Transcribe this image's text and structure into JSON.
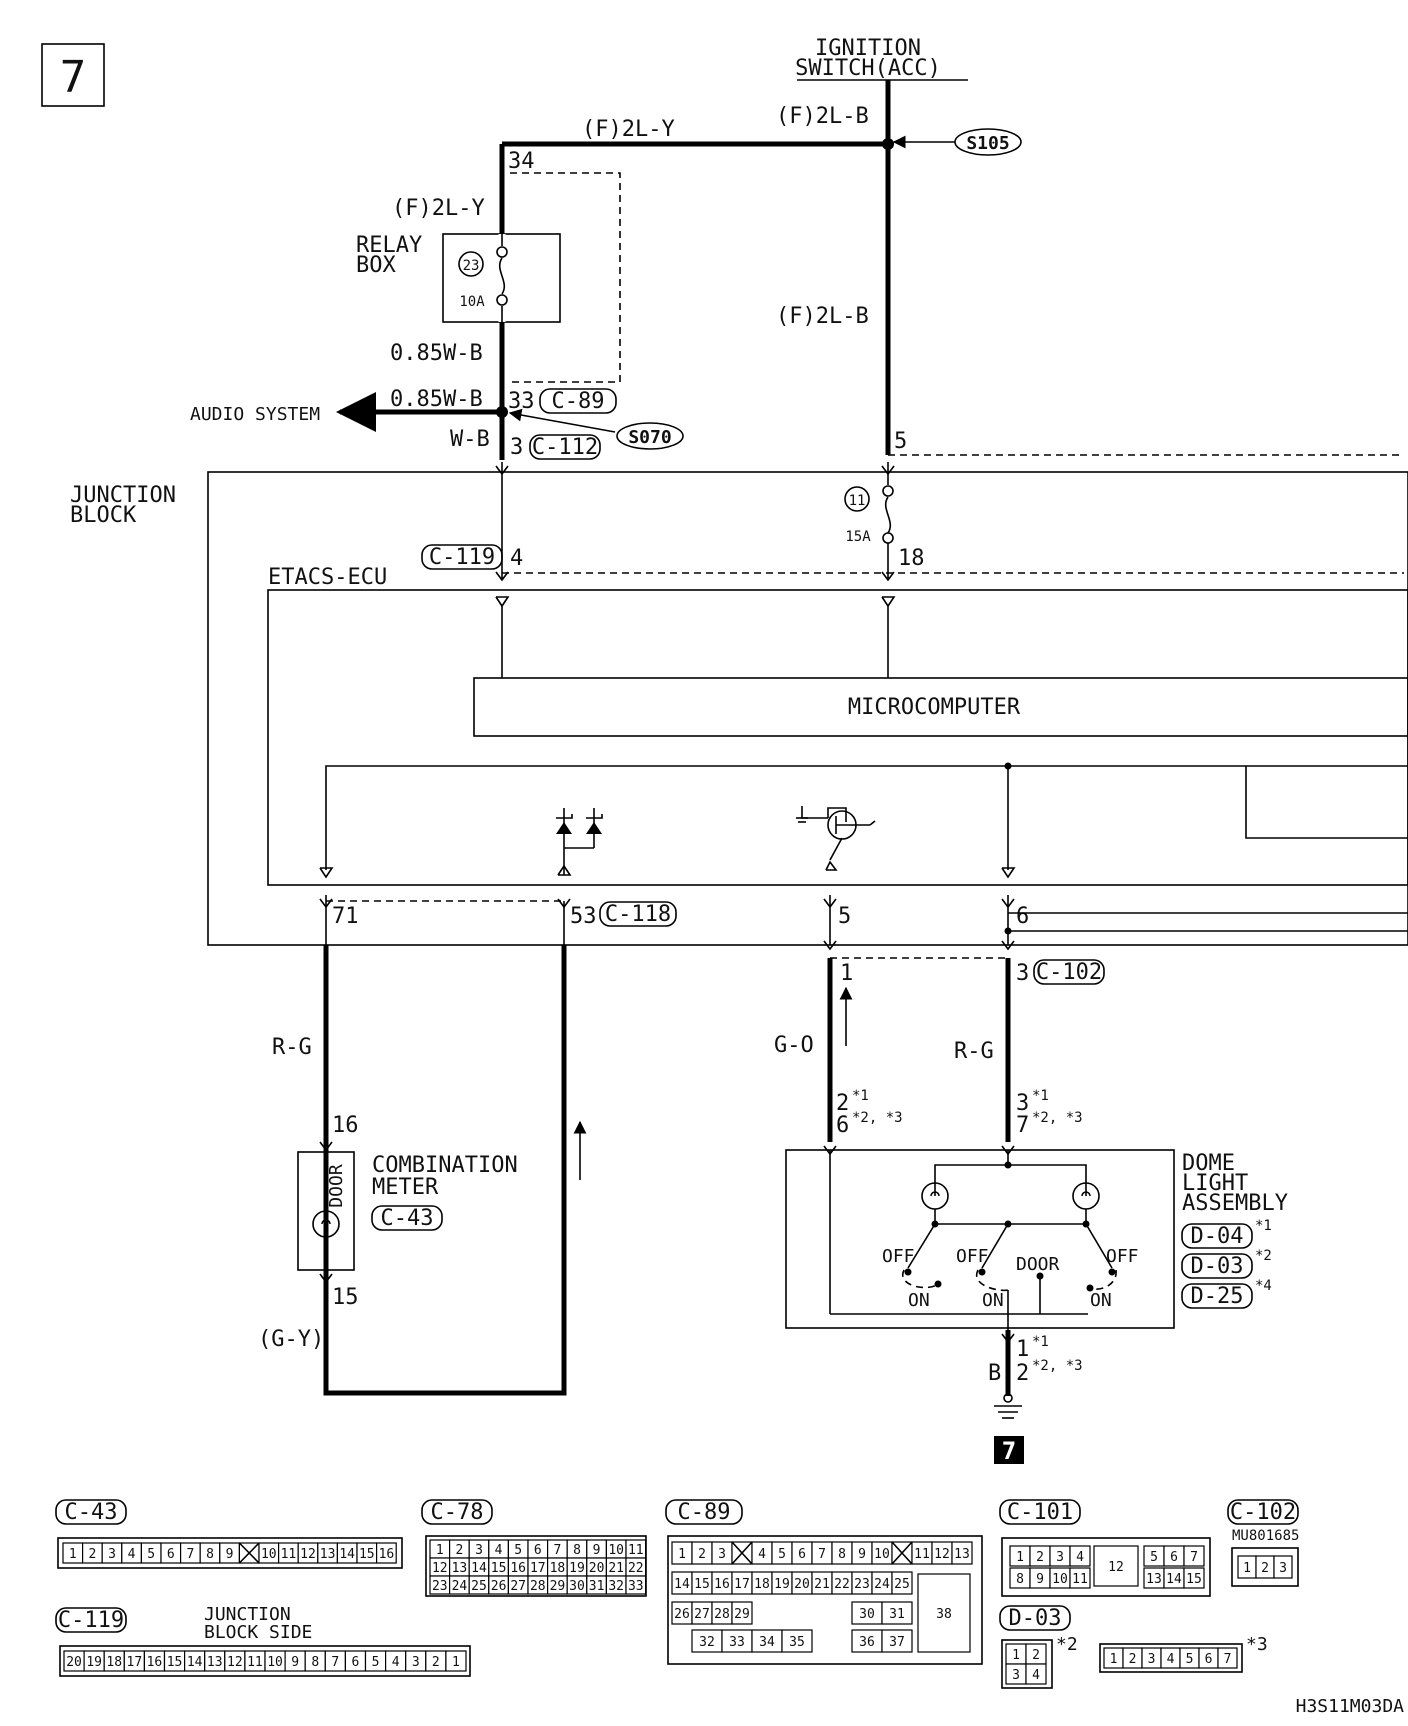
{
  "page_number": "7",
  "continue_marker": "7",
  "drawing_code": "H3S11M03DA",
  "ignition": {
    "line1": "IGNITION",
    "line2": "SWITCH(ACC)"
  },
  "wires": {
    "top_left": "(F)2L-Y",
    "top_right": "(F)2L-B",
    "relay_in": "(F)2L-Y",
    "right_vertical": "(F)2L-B",
    "relay_out": "0.85W-B",
    "splice_in": "0.85W-B",
    "junction_in": "W-B",
    "meter_wire": "R-G",
    "meter_out": "(G-Y)",
    "dome_left": "G-O",
    "dome_right": "R-G",
    "ground": "B"
  },
  "splices": {
    "s105": "S105",
    "s070": "S070"
  },
  "relay_box": {
    "line1": "RELAY",
    "line2": "BOX",
    "fuse_no": "23",
    "amp": "10A"
  },
  "junction_block": {
    "line1": "JUNCTION",
    "line2": "BLOCK",
    "fuse_no": "11",
    "amp": "15A"
  },
  "audio": "AUDIO SYSTEM",
  "etacs": "ETACS-ECU",
  "micro": "MICROCOMPUTER",
  "pins": {
    "p34": "34",
    "p33": "33",
    "p3": "3",
    "p4": "4",
    "p5a": "5",
    "p18": "18",
    "p71": "71",
    "p53": "53",
    "p5b": "5",
    "p6": "6",
    "p1": "1",
    "p3b": "3",
    "p16": "16",
    "p15": "15"
  },
  "dome_pins": {
    "left_top": "2",
    "left_top_sup": "*1",
    "left_bot": "6",
    "left_bot_sup": "*2, *3",
    "right_top": "3",
    "right_top_sup": "*1",
    "right_bot": "7",
    "right_bot_sup": "*2, *3",
    "gnd_top": "1",
    "gnd_top_sup": "*1",
    "gnd_bot": "2",
    "gnd_bot_sup": "*2, *3"
  },
  "connectors": {
    "c89": "C-89",
    "c112": "C-112",
    "c119": "C-119",
    "c118": "C-118",
    "c102": "C-102",
    "c43": "C-43"
  },
  "meter": {
    "line1": "COMBINATION",
    "line2": "METER",
    "door": "DOOR"
  },
  "dome": {
    "line1": "DOME",
    "line2": "LIGHT",
    "line3": "ASSEMBLY",
    "d04": "D-04",
    "d04_note": "*1",
    "d03": "D-03",
    "d03_note": "*2",
    "d25": "D-25",
    "d25_note": "*4",
    "off": "OFF",
    "on": "ON",
    "door": "DOOR"
  },
  "legend": {
    "c43": {
      "title": "C-43",
      "cells": [
        "1",
        "2",
        "3",
        "4",
        "5",
        "6",
        "7",
        "8",
        "9",
        "X",
        "10",
        "11",
        "12",
        "13",
        "14",
        "15",
        "16"
      ]
    },
    "c78": {
      "title": "C-78",
      "rows": [
        [
          "1",
          "2",
          "3",
          "4",
          "5",
          "6",
          "7",
          "8",
          "9",
          "10",
          "11"
        ],
        [
          "12",
          "13",
          "14",
          "15",
          "16",
          "17",
          "18",
          "19",
          "20",
          "21",
          "22"
        ],
        [
          "23",
          "24",
          "25",
          "26",
          "27",
          "28",
          "29",
          "30",
          "31",
          "32",
          "33"
        ]
      ]
    },
    "c89": {
      "title": "C-89",
      "row1": [
        "1",
        "2",
        "3",
        "X",
        "4",
        "5",
        "6",
        "7",
        "8",
        "9",
        "10",
        "X",
        "11",
        "12",
        "13"
      ],
      "row2": [
        "14",
        "15",
        "16",
        "17",
        "18",
        "19",
        "20",
        "21",
        "22",
        "23",
        "24",
        "25"
      ],
      "row3a": [
        "26",
        "27",
        "28",
        "29"
      ],
      "row3b": [
        "30",
        "31"
      ],
      "row4a": [
        "32",
        "33",
        "34",
        "35"
      ],
      "row4b": [
        "36",
        "37"
      ],
      "big": "38"
    },
    "c101": {
      "title": "C-101",
      "row1a": [
        "1",
        "2",
        "3",
        "4"
      ],
      "big": "12",
      "row1b": [
        "5",
        "6",
        "7"
      ],
      "row2a": [
        "8",
        "9",
        "10",
        "11"
      ],
      "row2b": [
        "13",
        "14",
        "15"
      ]
    },
    "c102": {
      "title": "C-102",
      "part": "MU801685",
      "cells": [
        "1",
        "2",
        "3"
      ]
    },
    "c119": {
      "title": "C-119",
      "caption1": "JUNCTION",
      "caption2": "BLOCK SIDE",
      "cells": [
        "20",
        "19",
        "18",
        "17",
        "16",
        "15",
        "14",
        "13",
        "12",
        "11",
        "10",
        "9",
        "8",
        "7",
        "6",
        "5",
        "4",
        "3",
        "2",
        "1"
      ]
    },
    "d03": {
      "title": "D-03",
      "note2": "*2",
      "note3": "*3",
      "small": [
        [
          "1",
          "2"
        ],
        [
          "3",
          "4"
        ]
      ],
      "row": [
        "1",
        "2",
        "3",
        "4",
        "5",
        "6",
        "7"
      ]
    }
  }
}
